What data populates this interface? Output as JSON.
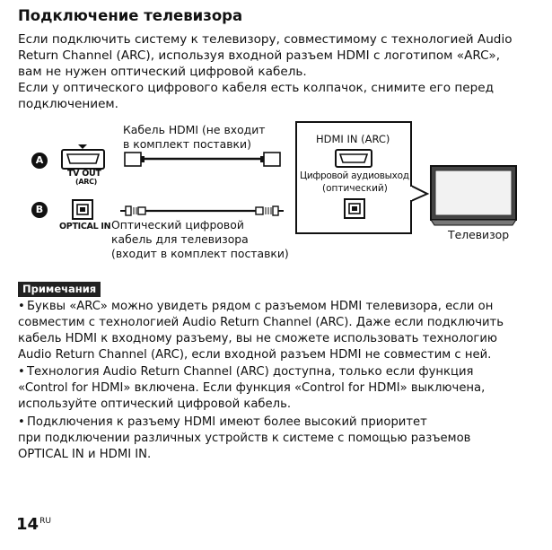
{
  "title": "Подключение телевизора",
  "intro": [
    "Если подключить систему к телевизору, совместимому с технологией Audio",
    "Return Channel (ARC), используя входной разъем HDMI с логотипом «ARC»,",
    "вам не нужен оптический цифровой кабель.",
    "Если у оптического цифрового кабеля есть колпачок, снимите его перед",
    "подключением."
  ],
  "diagram": {
    "marker_a": "A",
    "marker_b": "B",
    "tv_out_label": "TV OUT",
    "tv_out_arc": "(ARC)",
    "optical_in_label": "OPTICAL IN",
    "hdmi_cable_label": [
      "Кабель HDMI (не входит",
      "в комплект поставки)"
    ],
    "optical_cable_label": [
      "Оптический цифровой",
      "кабель для телевизора",
      "(входит в комплект поставки)"
    ],
    "tv_hdmi_in_label": "HDMI IN (ARC)",
    "tv_optical_label": [
      "Цифровой аудиовыход",
      "(оптический)"
    ],
    "tv_label": "Телевизор"
  },
  "notes_badge": "Примечания",
  "notes": [
    {
      "lines": [
        "Буквы «ARC» можно увидеть рядом с разъемом HDMI телевизора, если он",
        "совместим с технологией Audio Return Channel (ARC). Даже если подключить",
        "кабель HDMI к входному разъему, вы не сможете использовать технологию",
        "Audio Return Channel (ARC), если входной разъем HDMI не совместим с ней."
      ]
    },
    {
      "lines": [
        "Технология Audio Return Channel (ARC) доступна, только если функция",
        "«Control for HDMI» включена. Если функция «Control for HDMI» выключена,",
        "используйте оптический цифровой кабель."
      ]
    },
    {
      "lines": [
        "Подключения к разъему HDMI имеют более высокий приоритет",
        "при подключении различных устройств к системе с помощью разъемов",
        "OPTICAL IN и HDMI IN."
      ]
    }
  ],
  "page_number": "14",
  "page_lang": "RU"
}
